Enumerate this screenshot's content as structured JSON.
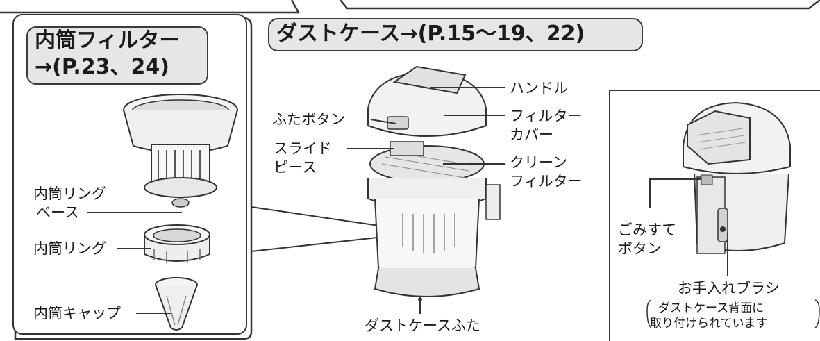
{
  "inner_panel": {
    "title_line1": "内筒フィルター",
    "title_line2": "→(P.23、24)",
    "labels": {
      "ring_base_line1": "内筒リング",
      "ring_base_line2": "ベース",
      "ring": "内筒リング",
      "cap": "内筒キャップ"
    }
  },
  "dust_case": {
    "title": "ダストケース→(P.15〜19、22)",
    "labels": {
      "handle": "ハンドル",
      "lid_button": "ふたボタン",
      "filter_cover_line1": "フィルター",
      "filter_cover_line2": "カバー",
      "slide_piece_line1": "スライド",
      "slide_piece_line2": "ピース",
      "clean_filter_line1": "クリーン",
      "clean_filter_line2": "フィルター",
      "dust_case_lid": "ダストケースふた"
    }
  },
  "rear_view": {
    "labels": {
      "dump_button_line1": "ごみすて",
      "dump_button_line2": "ボタン",
      "brush": "お手入れブラシ",
      "brush_note_line1": "ダストケース背面に",
      "brush_note_line2": "取り付けられています"
    }
  }
}
